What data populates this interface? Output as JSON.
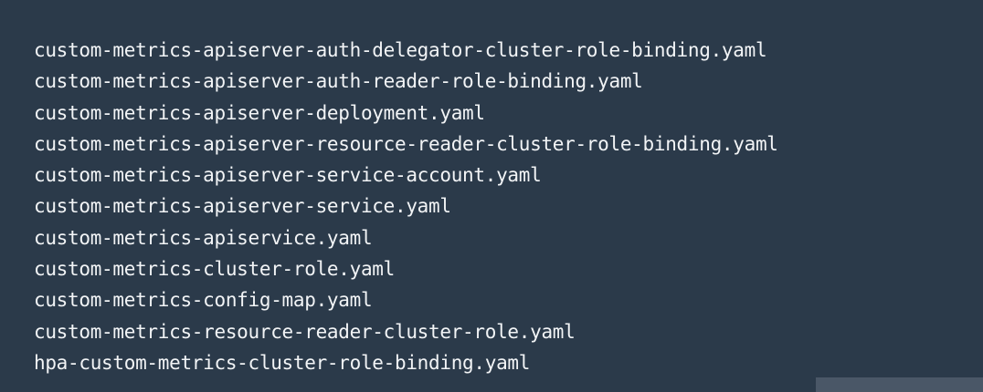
{
  "terminal": {
    "background": "#2b3a4a",
    "text_color": "#f2f4f6",
    "files": [
      "custom-metrics-apiserver-auth-delegator-cluster-role-binding.yaml",
      "custom-metrics-apiserver-auth-reader-role-binding.yaml",
      "custom-metrics-apiserver-deployment.yaml",
      "custom-metrics-apiserver-resource-reader-cluster-role-binding.yaml",
      "custom-metrics-apiserver-service-account.yaml",
      "custom-metrics-apiserver-service.yaml",
      "custom-metrics-apiservice.yaml",
      "custom-metrics-cluster-role.yaml",
      "custom-metrics-config-map.yaml",
      "custom-metrics-resource-reader-cluster-role.yaml",
      "hpa-custom-metrics-cluster-role-binding.yaml"
    ]
  }
}
